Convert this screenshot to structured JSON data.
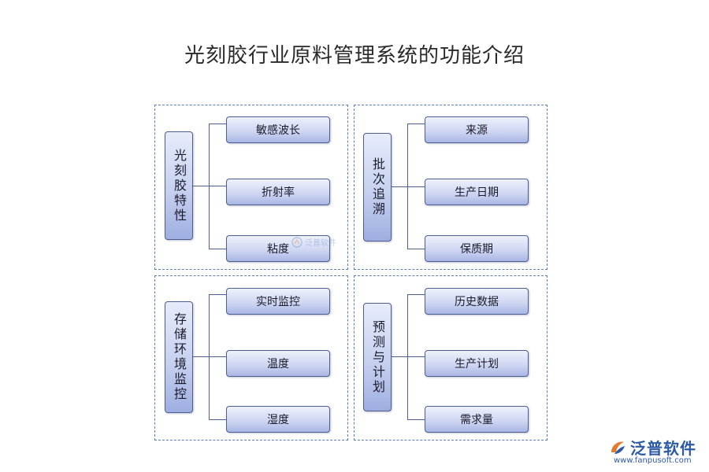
{
  "title": "光刻胶行业原料管理系统的功能介绍",
  "panels": [
    {
      "category": "光刻胶特性",
      "items": [
        "敏感波长",
        "折射率",
        "粘度"
      ]
    },
    {
      "category": "批次追溯",
      "items": [
        "来源",
        "生产日期",
        "保质期"
      ]
    },
    {
      "category": "存储环境监控",
      "items": [
        "实时监控",
        "温度",
        "湿度"
      ]
    },
    {
      "category": "预测与计划",
      "items": [
        "历史数据",
        "生产计划",
        "需求量"
      ]
    }
  ],
  "watermark": "泛普软件",
  "logo": {
    "text": "泛普软件",
    "url": "www.fanpusoft.com",
    "brand_color": "#2d5aa6"
  },
  "colors": {
    "border": "#4d5f8f",
    "panel_border": "#5a7fb8"
  }
}
